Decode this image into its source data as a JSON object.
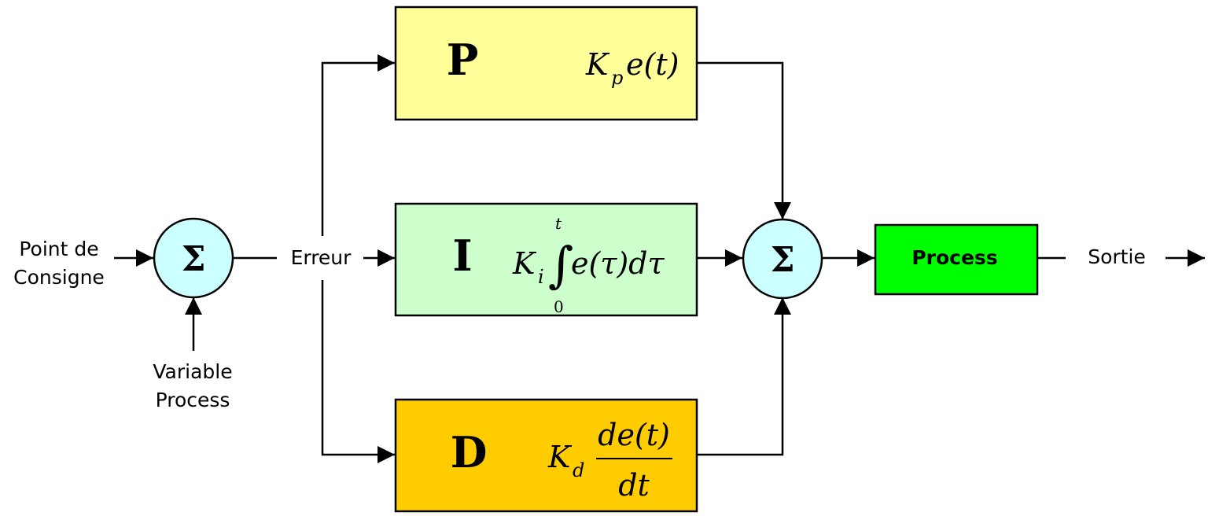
{
  "inputs": {
    "setpoint_line1": "Point de",
    "setpoint_line2": "Consigne",
    "process_variable_line1": "Variable",
    "process_variable_line2": "Process"
  },
  "summers": {
    "input_symbol": "Σ",
    "output_symbol": "Σ"
  },
  "error_label": "Erreur",
  "blocks": {
    "p": {
      "letter": "P",
      "coef": "K",
      "coef_sub": "p",
      "expr": "e(t)",
      "color": "#ffff99"
    },
    "i": {
      "letter": "I",
      "coef": "K",
      "coef_sub": "i",
      "integral": "∫",
      "upper": "t",
      "lower": "0",
      "expr": "e(τ)dτ",
      "color": "#ccffcc"
    },
    "d": {
      "letter": "D",
      "coef": "K",
      "coef_sub": "d",
      "numerator": "de(t)",
      "denominator": "dt",
      "color": "#ffcc00"
    }
  },
  "process": {
    "label": "Process",
    "color": "#00ff00"
  },
  "output_label": "Sortie",
  "colors": {
    "summer_fill": "#ccffff",
    "line": "#000000"
  }
}
